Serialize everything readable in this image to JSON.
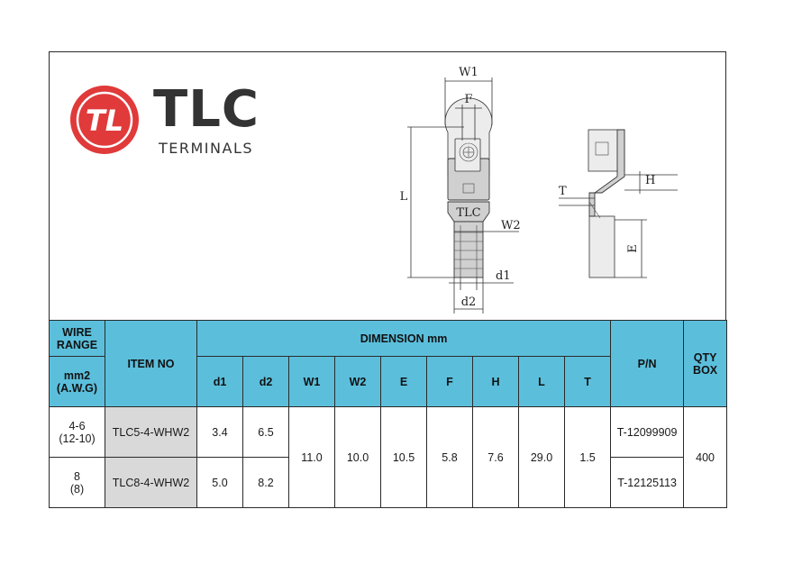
{
  "brand": {
    "name": "TLC",
    "tagline": "TERMINALS",
    "color": "#e03a3a",
    "logo_mark": "TL"
  },
  "drawing_labels": {
    "w1": "W1",
    "f": "F",
    "l": "L",
    "w2": "W2",
    "d1": "d1",
    "d2": "d2",
    "t": "T",
    "h": "H",
    "e": "E",
    "stamp": "TLC"
  },
  "table": {
    "header_color": "#5bbfdc",
    "wire_range": "WIRE RANGE",
    "wire_unit": "mm2 (A.W.G)",
    "item_no": "ITEM NO",
    "dimension": "DIMENSION mm",
    "columns": [
      "d1",
      "d2",
      "W1",
      "W2",
      "E",
      "F",
      "H",
      "L",
      "T"
    ],
    "pn": "P/N",
    "qty": "QTY BOX",
    "shared": {
      "W1": "11.0",
      "W2": "10.0",
      "E": "10.5",
      "F": "5.8",
      "H": "7.6",
      "L": "29.0",
      "T": "1.5",
      "qty": "400"
    },
    "rows": [
      {
        "wire_mm2": "4-6",
        "wire_awg": "(12-10)",
        "item": "TLC5-4-WHW2",
        "d1": "3.4",
        "d2": "6.5",
        "pn": "T-12099909"
      },
      {
        "wire_mm2": "8",
        "wire_awg": "(8)",
        "item": "TLC8-4-WHW2",
        "d1": "5.0",
        "d2": "8.2",
        "pn": "T-12125113"
      }
    ]
  }
}
